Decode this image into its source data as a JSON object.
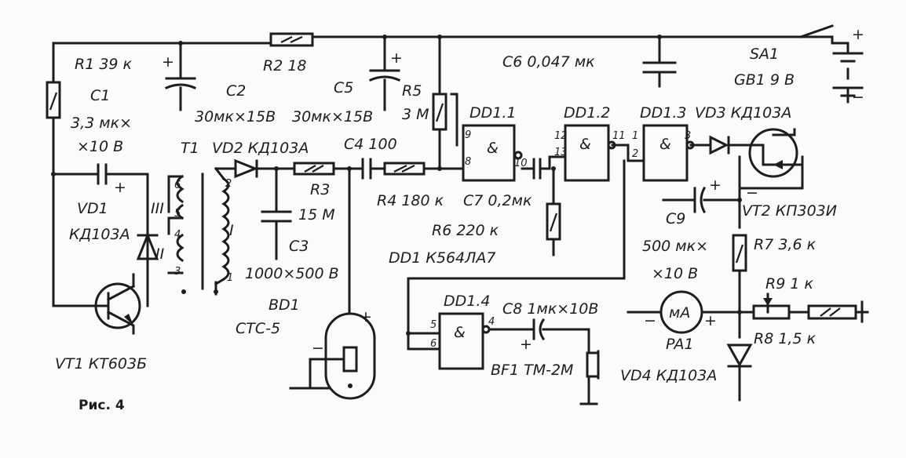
{
  "caption": "Рис. 4",
  "labels": {
    "r1": "R1 39 к",
    "c1_name": "C1",
    "c1_value1": "3,3 мк×",
    "c1_value2": "×10 В",
    "vd1_name": "VD1",
    "vd1_type": "КД103А",
    "vt1": "VT1 КТ603Б",
    "r2": "R2 18",
    "c2_name": "C2",
    "c2_value": "30мк×15В",
    "c5_name": "C5",
    "c5_value": "30мк×15В",
    "r5_name": "R5",
    "r5_value": "3 М",
    "t1": "T1",
    "vd2": "VD2 КД103А",
    "r3_name": "R3",
    "r3_value": "15 М",
    "c3_name": "C3",
    "c3_value": "1000×500 В",
    "bd1_name": "BD1",
    "bd1_type": "СТС-5",
    "c4": "C4 100",
    "r4": "R4 180 к",
    "c7": "C7 0,2мк",
    "r6": "R6 220 к",
    "dd1": "DD1 К564ЛА7",
    "c6": "C6 0,047 мк",
    "sa1": "SA1",
    "gb1": "GB1 9 В",
    "dd1_1": "DD1.1",
    "dd1_2": "DD1.2",
    "dd1_3": "DD1.3",
    "dd1_4": "DD1.4",
    "vd3": "VD3 КД103А",
    "vt2": "VT2 КП303И",
    "c9_name": "C9",
    "c9_value1": "500 мк×",
    "c9_value2": "×10 В",
    "r7": "R7 3,6 к",
    "r9": "R9 1 к",
    "r8": "R8 1,5 к",
    "pa1_name": "PA1",
    "pa1_sym": "мА",
    "vd4": "VD4 КД103А",
    "c8": "C8 1мк×10В",
    "bf1": "BF1 ТМ-2М",
    "gate_sym": "&",
    "winding_i": "I",
    "winding_ii": "II",
    "winding_iii": "III",
    "pin_1": "1",
    "pin_2": "2",
    "pin_3": "3",
    "pin_4": "4",
    "pin_5": "5",
    "pin_6": "6",
    "pin_8": "8",
    "pin_9": "9",
    "pin_10": "10",
    "pin_11": "11",
    "pin_12": "12",
    "pin_13": "13",
    "plus": "+",
    "minus": "−"
  }
}
